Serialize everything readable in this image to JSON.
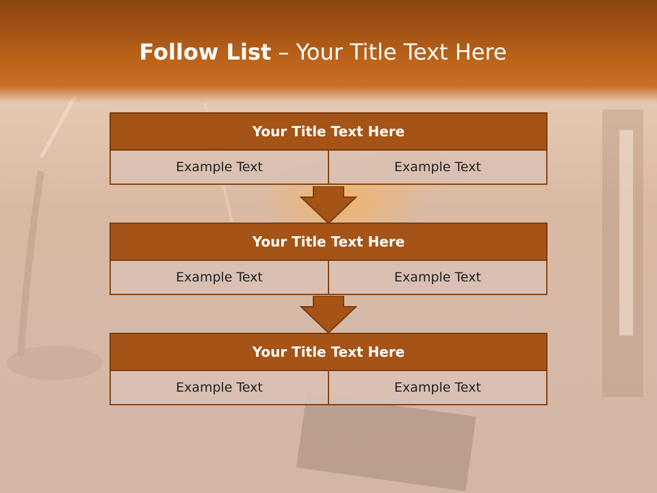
{
  "slide": {
    "title_bold": "Follow List",
    "title_rest": " – Your Title Text Here"
  },
  "steps": [
    {
      "title": "Your Title Text Here",
      "left": "Example Text",
      "right": "Example Text"
    },
    {
      "title": "Your Title Text Here",
      "left": "Example Text",
      "right": "Example Text"
    },
    {
      "title": "Your Title Text Here",
      "left": "Example Text",
      "right": "Example Text"
    }
  ],
  "colors": {
    "header": "#c0661c",
    "block_title": "#a55316",
    "block_border": "#7a3c0e",
    "cell_fill": "#d9c1b4",
    "arrow_fill": "#a55316"
  }
}
